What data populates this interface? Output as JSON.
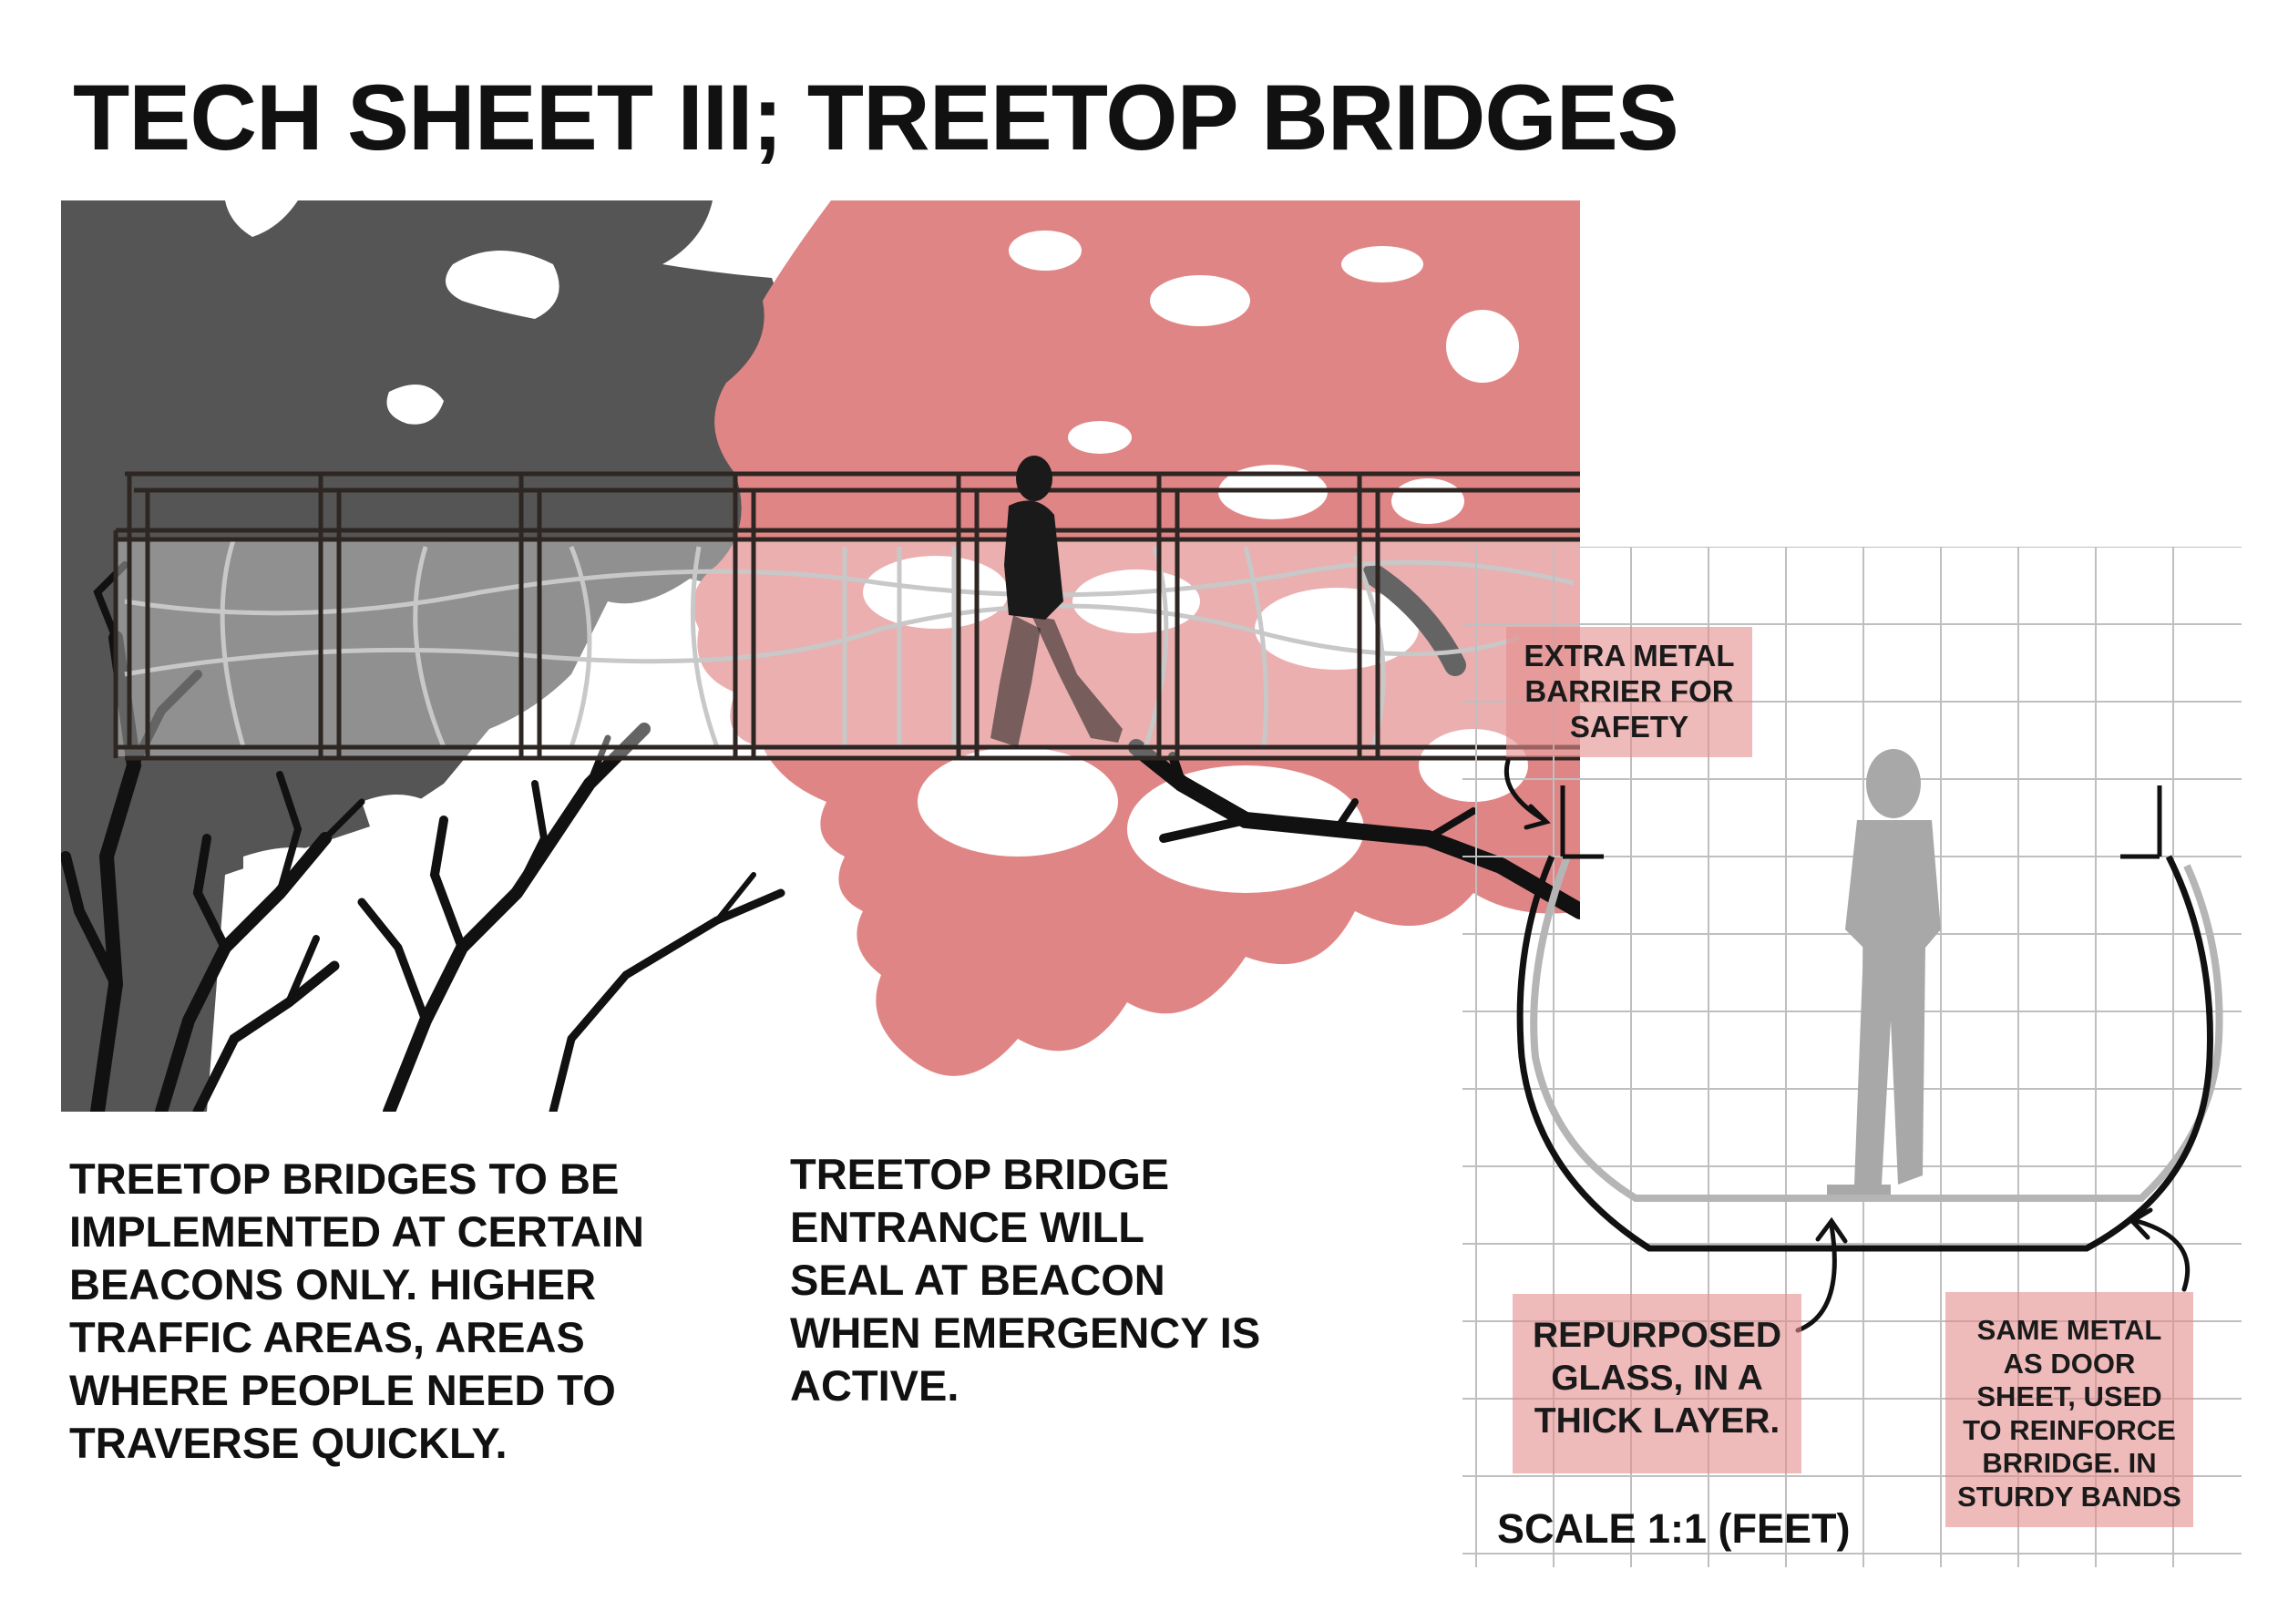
{
  "page": {
    "title": "TECH SHEET III; TREETOP BRIDGES"
  },
  "colors": {
    "pink_foliage": "#e08585",
    "dark_foliage": "#555555",
    "callout_fill": "#e28c8c",
    "ink": "#111111"
  },
  "text_blocks": {
    "left": "TREETOP BRIDGES TO BE\nIMPLEMENTED AT CERTAIN\nBEACONS ONLY. HIGHER\nTRAFFIC AREAS, AREAS\nWHERE PEOPLE NEED TO\nTRAVERSE QUICKLY.",
    "middle": "TREETOP BRIDGE\nENTRANCE WILL\nSEAL AT BEACON\nWHEN EMERGENCY IS\nACTIVE."
  },
  "section_drawing": {
    "callouts": {
      "barrier": "EXTRA METAL\nBARRIER FOR\nSAFETY",
      "glass": "REPURPOSED\nGLASS, IN A\nTHICK LAYER.",
      "metal": "SAME METAL\nAS DOOR\nSHEET, USED\nTO REINFORCE\nBRRIDGE. IN\nSTURDY BANDS"
    },
    "scale": "SCALE 1:1 (FEET)"
  },
  "icons": {
    "walker": "walking-person-silhouette-icon",
    "standing": "standing-person-silhouette-icon",
    "arrow": "curved-arrow-icon"
  }
}
